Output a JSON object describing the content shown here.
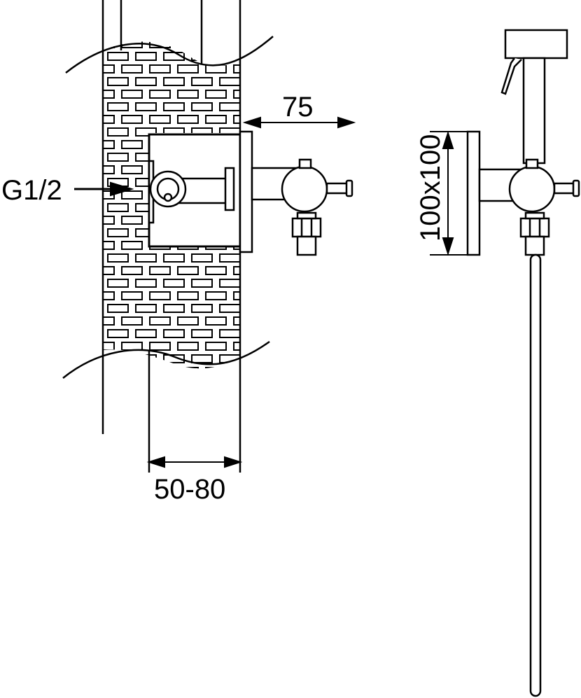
{
  "labels": {
    "depth": "75",
    "thread": "G1/2",
    "wall_thickness": "50-80",
    "flange_size": "100x100"
  },
  "colors": {
    "line": "#000000",
    "background": "#ffffff"
  }
}
